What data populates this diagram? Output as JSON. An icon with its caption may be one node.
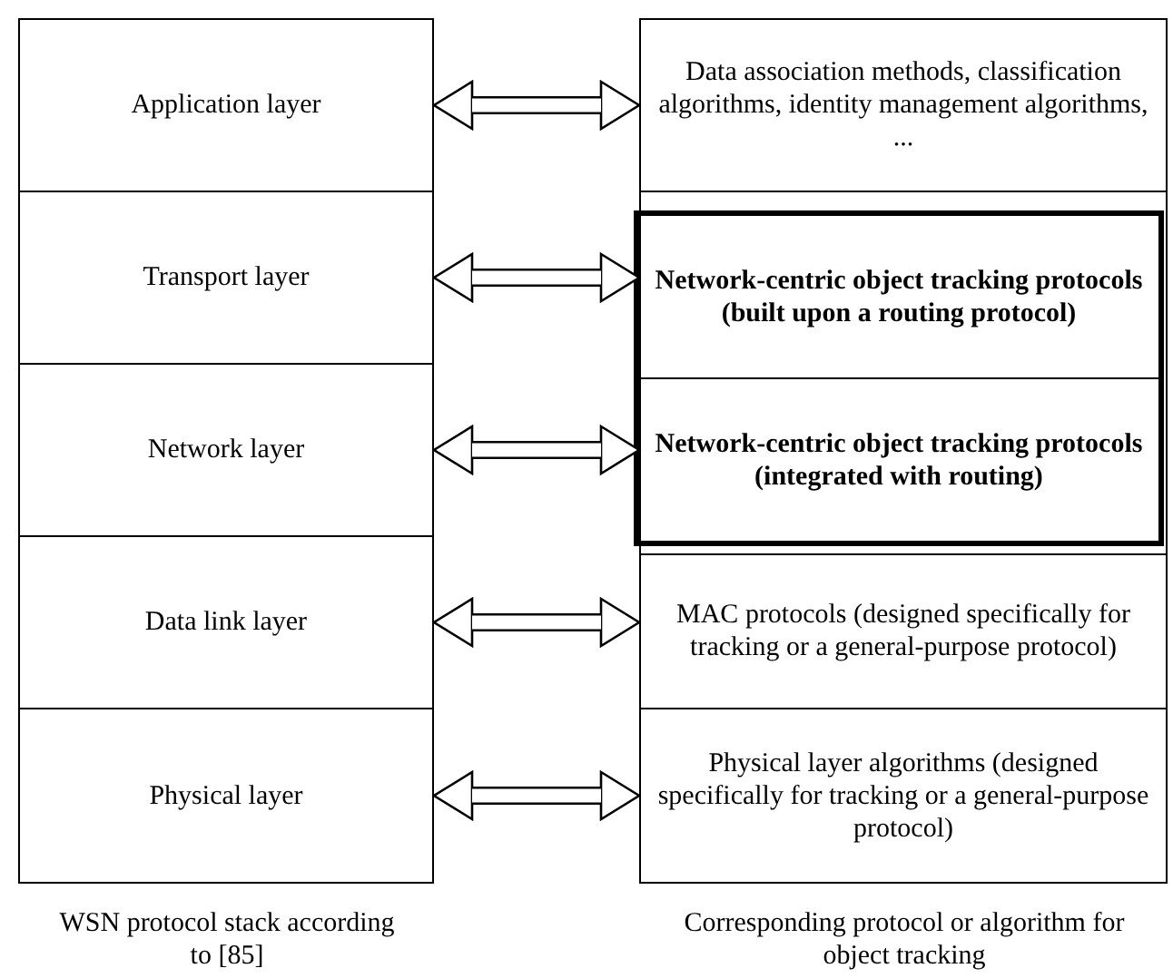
{
  "diagram": {
    "nodes": [
      {
        "text": [
          "Application layer"
        ]
      },
      {
        "text": [
          "Transport layer"
        ]
      },
      {
        "text": [
          "Network layer"
        ]
      },
      {
        "text": [
          "Data link layer"
        ]
      },
      {
        "text": [
          "Physical layer"
        ]
      },
      {
        "text": [
          "Data association methods, classification algorithms, identity management algorithms, ..."
        ]
      },
      {
        "text": [],
        "shape": "box"
      },
      {
        "text": [
          "Network-centric object tracking protocols (built upon a routing protocol)"
        ],
        "in": 6
      },
      {
        "text": [
          "Network-centric object tracking protocols (integrated with routing)"
        ],
        "in": 6
      },
      {
        "text": [
          "MAC protocols (designed specifically for tracking or a general-purpose protocol)"
        ]
      },
      {
        "text": [
          "Physical layer algorithms (designed specifically for tracking or a general-purpose protocol)"
        ]
      }
    ],
    "edges": [
      {
        "from": 0,
        "to": 5,
        "arrow": "both"
      },
      {
        "from": 1,
        "to": 7,
        "arrow": "both"
      },
      {
        "from": 2,
        "to": 8,
        "arrow": "both"
      },
      {
        "from": 3,
        "to": 9,
        "arrow": "both"
      },
      {
        "from": 4,
        "to": 10,
        "arrow": "both"
      }
    ],
    "labels": [
      "WSN protocol stack according to [85]",
      "Corresponding protocol or algorithm for object tracking"
    ]
  }
}
